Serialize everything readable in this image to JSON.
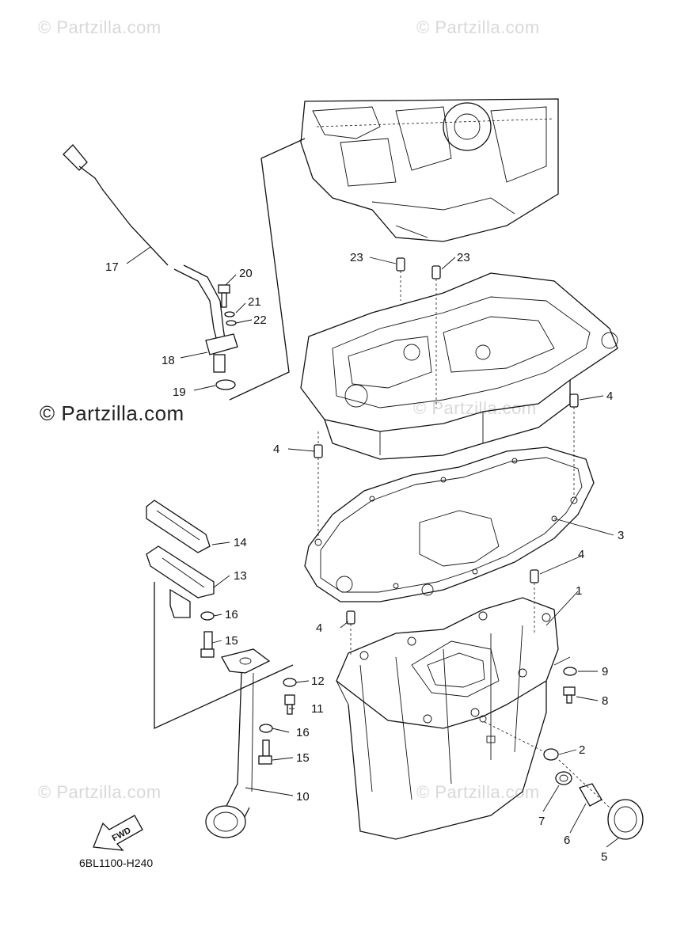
{
  "watermarks": [
    {
      "id": "wm-top-left",
      "text": "© Partzilla.com"
    },
    {
      "id": "wm-top-right",
      "text": "© Partzilla.com"
    },
    {
      "id": "wm-mid-left",
      "text": "© Partzilla.com"
    },
    {
      "id": "wm-mid-right",
      "text": "© Partzilla.com"
    },
    {
      "id": "wm-bottom-left",
      "text": "© Partzilla.com"
    },
    {
      "id": "wm-bottom-right",
      "text": "© Partzilla.com"
    }
  ],
  "diagram_code": "6BL1100-H240",
  "direction_arrow": "FWD",
  "callouts": {
    "c1": "1",
    "c2": "2",
    "c3": "3",
    "c4a": "4",
    "c4b": "4",
    "c4c": "4",
    "c4d": "4",
    "c5": "5",
    "c6": "6",
    "c7": "7",
    "c8": "8",
    "c9": "9",
    "c10": "10",
    "c11": "11",
    "c12": "12",
    "c13": "13",
    "c14": "14",
    "c15a": "15",
    "c15b": "15",
    "c16a": "16",
    "c16b": "16",
    "c17": "17",
    "c18": "18",
    "c19": "19",
    "c20": "20",
    "c21": "21",
    "c22": "22",
    "c23a": "23",
    "c23b": "23"
  }
}
